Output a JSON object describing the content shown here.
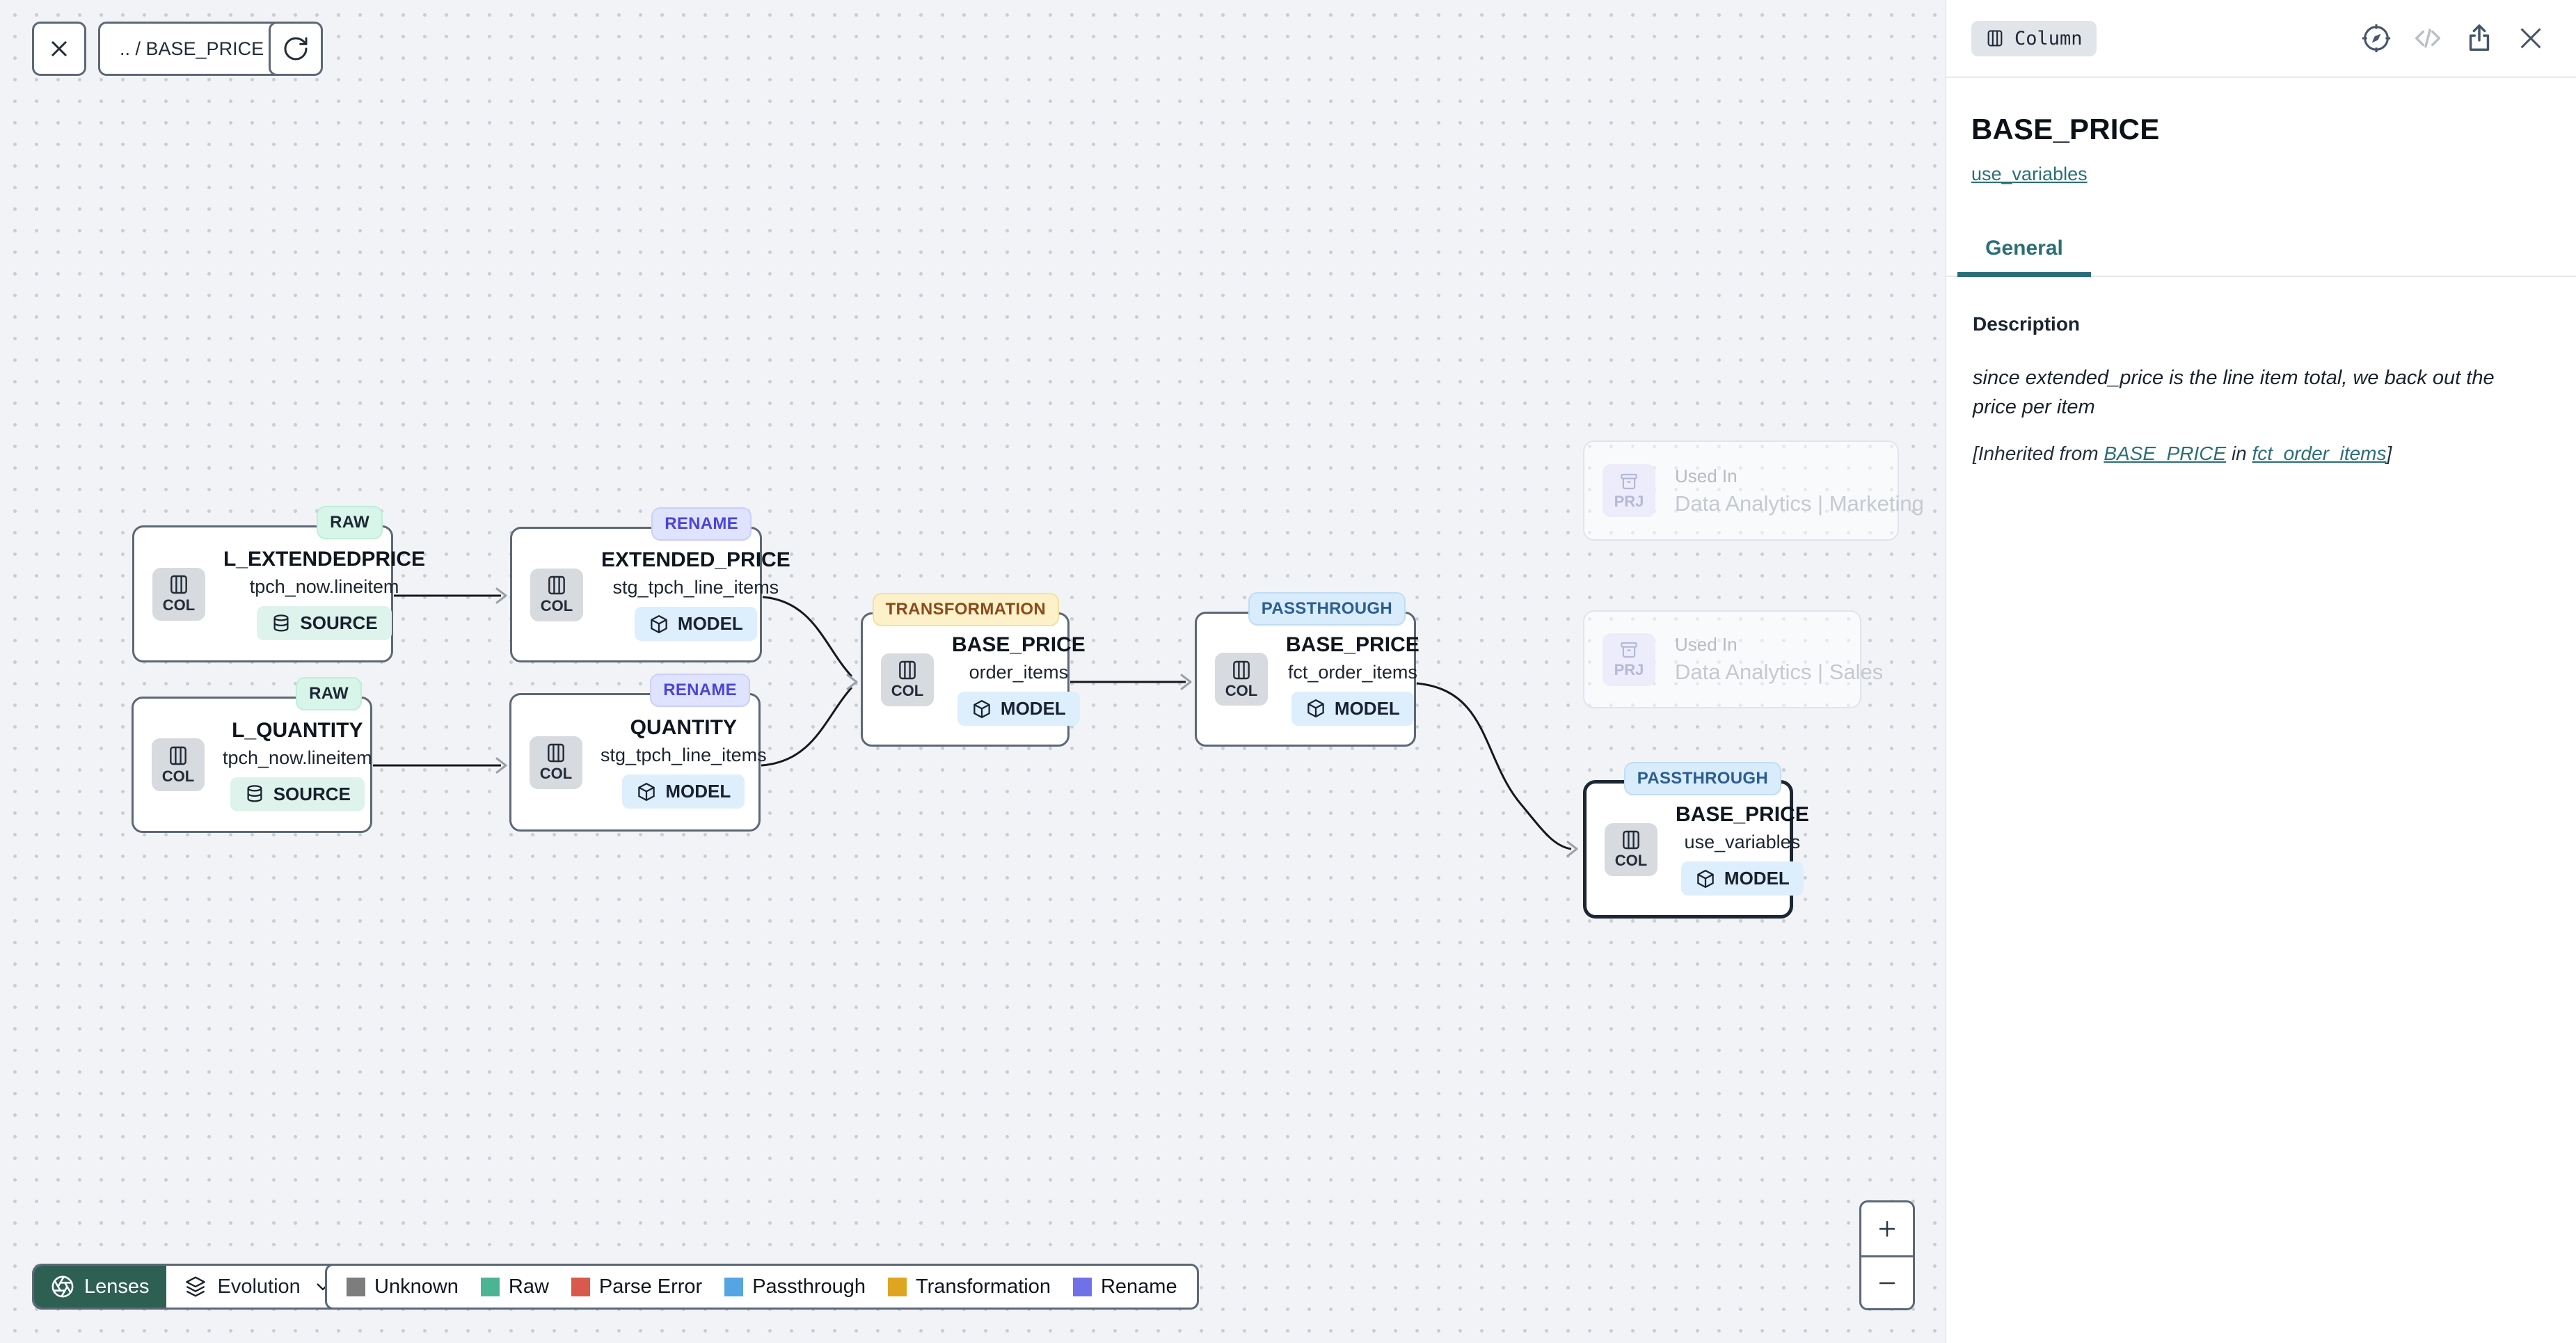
{
  "toolbar": {
    "breadcrumb": ".. / BASE_PRICE"
  },
  "panel": {
    "type_chip": "Column",
    "title": "BASE_PRICE",
    "model_link": "use_variables",
    "tabs": [
      {
        "label": "General"
      }
    ],
    "description": {
      "heading": "Description",
      "text": "since extended_price is the line item total, we back out the price per item",
      "inherited_prefix": "[Inherited from ",
      "inherited_link1": "BASE_PRICE",
      "inherited_mid": " in ",
      "inherited_link2": "fct_order_items",
      "inherited_suffix": "]"
    }
  },
  "nodes": [
    {
      "badge": "RAW",
      "col_label": "COL",
      "title": "L_EXTENDEDPRICE",
      "subtitle": "tpch_now.lineitem",
      "kind": "SOURCE"
    },
    {
      "badge": "RENAME",
      "col_label": "COL",
      "title": "EXTENDED_PRICE",
      "subtitle": "stg_tpch_line_items",
      "kind": "MODEL"
    },
    {
      "badge": "RAW",
      "col_label": "COL",
      "title": "L_QUANTITY",
      "subtitle": "tpch_now.lineitem",
      "kind": "SOURCE"
    },
    {
      "badge": "RENAME",
      "col_label": "COL",
      "title": "QUANTITY",
      "subtitle": "stg_tpch_line_items",
      "kind": "MODEL"
    },
    {
      "badge": "TRANSFORMATION",
      "col_label": "COL",
      "title": "BASE_PRICE",
      "subtitle": "order_items",
      "kind": "MODEL"
    },
    {
      "badge": "PASSTHROUGH",
      "col_label": "COL",
      "title": "BASE_PRICE",
      "subtitle": "fct_order_items",
      "kind": "MODEL"
    },
    {
      "badge": "PASSTHROUGH",
      "col_label": "COL",
      "title": "BASE_PRICE",
      "subtitle": "use_variables",
      "kind": "MODEL"
    }
  ],
  "used_in": [
    {
      "chip": "PRJ",
      "label": "Used In",
      "title": "Data Analytics | Marketing"
    },
    {
      "chip": "PRJ",
      "label": "Used In",
      "title": "Data Analytics | Sales"
    }
  ],
  "footer": {
    "lenses_label": "Lenses",
    "lens_mode": "Evolution"
  },
  "legend": [
    {
      "label": "Unknown",
      "color": "#7d7d7d"
    },
    {
      "label": "Raw",
      "color": "#4db493"
    },
    {
      "label": "Parse Error",
      "color": "#d9594c"
    },
    {
      "label": "Passthrough",
      "color": "#55a4e3"
    },
    {
      "label": "Transformation",
      "color": "#dfa521"
    },
    {
      "label": "Rename",
      "color": "#7070e8"
    }
  ],
  "theme": {
    "accent_teal": "#2a6f78",
    "lenses_green": "#2e5f53"
  }
}
